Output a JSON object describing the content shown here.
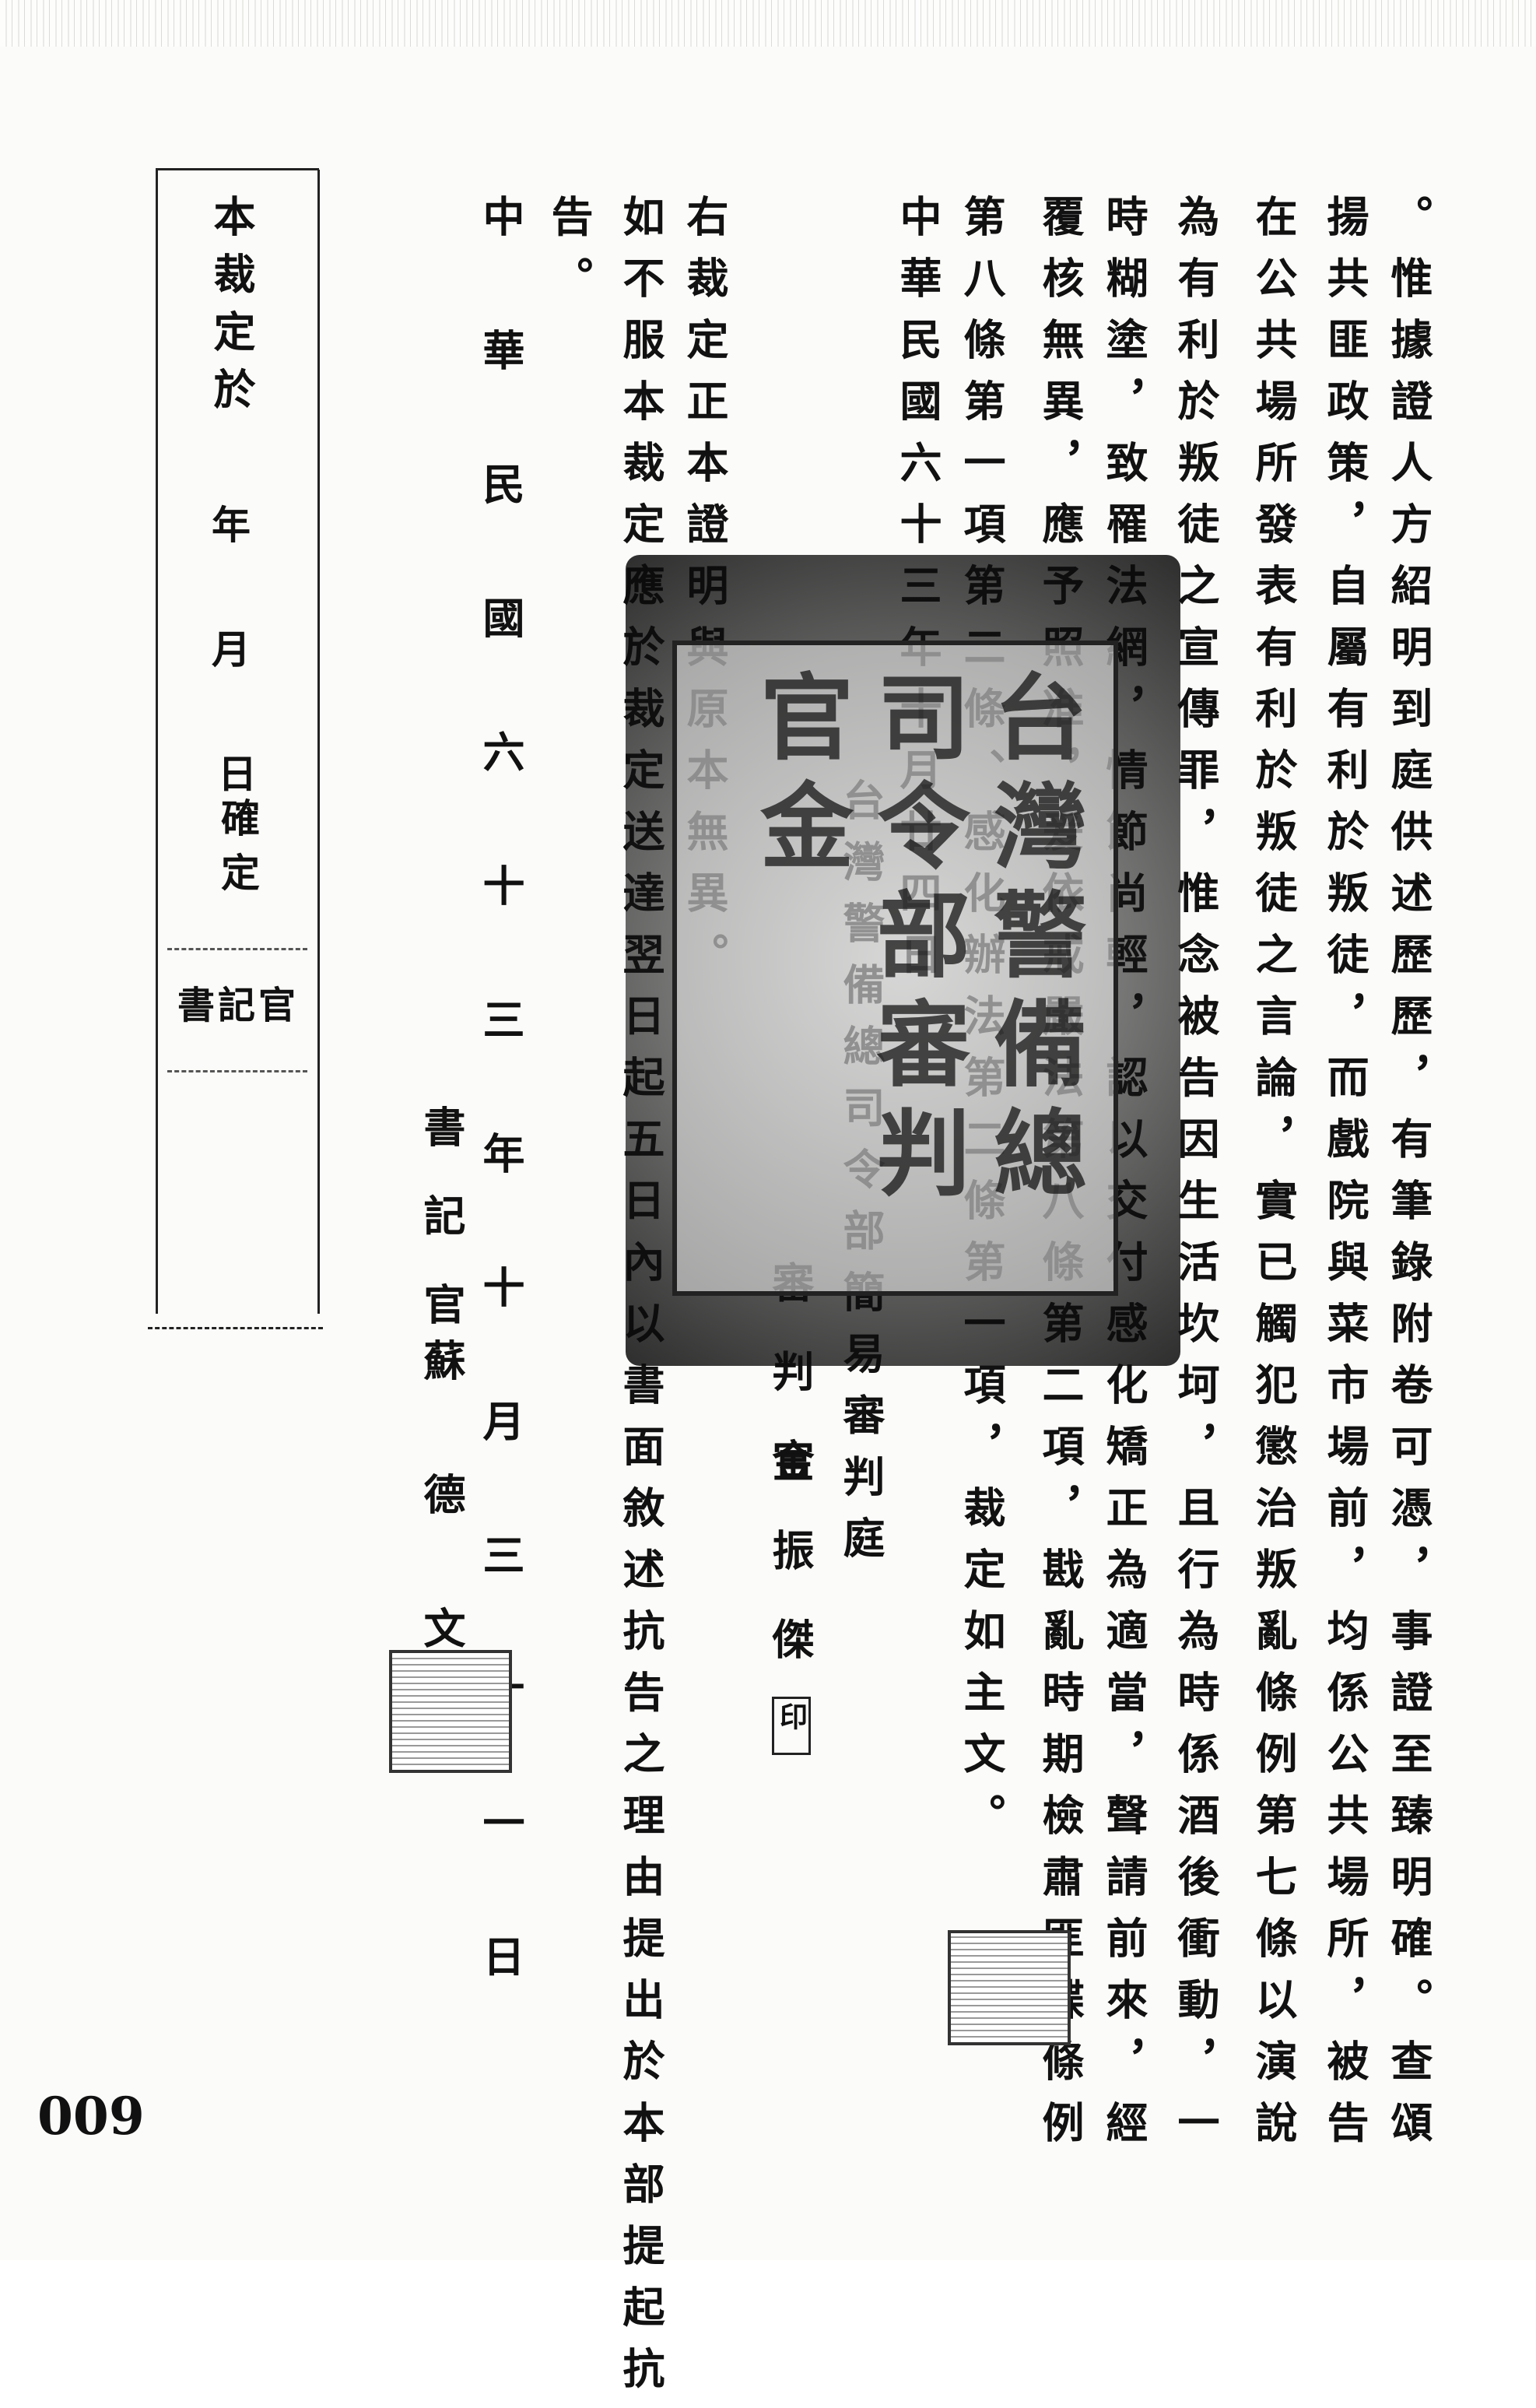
{
  "columns": [
    "。惟據證人方紹明到庭供述歷歷，有筆錄附卷可憑，事證至臻明確。查頌",
    "揚共匪政策，自屬有利於叛徒，而戲院與菜市場前，均係公共場所，被告",
    "在公共場所發表有利於叛徒之言論，實已觸犯懲治叛亂條例第七條以演說",
    "為有利於叛徒之宣傳罪，惟念被告因生活坎坷，且行為時係酒後衝動，一",
    "時糊塗，致罹法網，情節尚輕，認以交付感化矯正為適當，聲請前來，經",
    "覆核無異，應予照准，爰依戒嚴法第八條第二項，戡亂時期檢肅匪諜條例",
    "第八條第一項第二條、感化辦法第二條第一項，裁定如主文。",
    "中華民國六十三年十月廿四日"
  ],
  "court": "台灣警備總司令部簡易審判庭",
  "judge": {
    "title": "審判官",
    "name": "金振傑",
    "seal": "印"
  },
  "certification": [
    "右裁定正本證明與原本無異。",
    "如不服本裁定應於裁定送達翌日起五日內以書面敘述抗告之理由提出於本部提起抗",
    "告。"
  ],
  "issue_date": "中華民國六十三年十月三十一日",
  "clerk": {
    "title": "書記官",
    "name": "蘇德文"
  },
  "finality_box": {
    "parts": [
      "本裁定於",
      "年",
      "月",
      "日",
      "確定"
    ],
    "clerk_label": "書記官"
  },
  "stamp_text": "台灣警備總司令部審判官金",
  "page_number": "009"
}
